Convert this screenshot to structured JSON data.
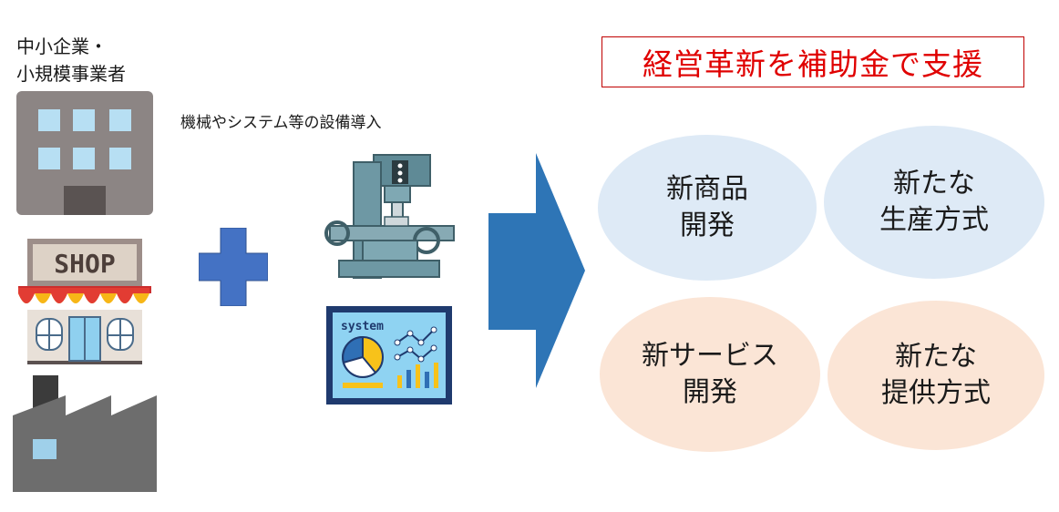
{
  "left_label": {
    "line1": "中小企業・",
    "line2": "小規模事業者"
  },
  "equipment_label": "機械やシステム等の設備導入",
  "system_screen_text": "system",
  "shop_sign_text": "SHOP",
  "title": "経営革新を補助金で支援",
  "outcomes": [
    {
      "line1": "新商品",
      "line2": "開発"
    },
    {
      "line1": "新たな",
      "line2": "生産方式"
    },
    {
      "line1": "新サービス",
      "line2": "開発"
    },
    {
      "line1": "新たな",
      "line2": "提供方式"
    }
  ],
  "colors": {
    "title_red": "#e00000",
    "plus_blue": "#4472c4",
    "arrow_blue": "#2e75b6",
    "oval_blue": "#deeaf6",
    "oval_peach": "#fbe5d6"
  }
}
